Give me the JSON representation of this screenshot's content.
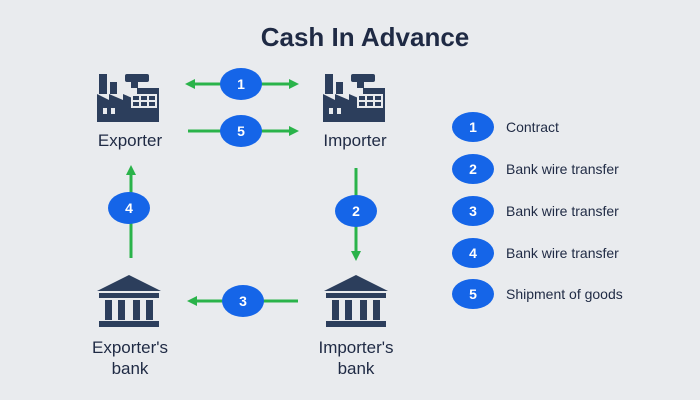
{
  "title": "Cash In Advance",
  "nodes": {
    "exporter": "Exporter",
    "importer": "Importer",
    "exporter_bank": [
      "Exporter's",
      "bank"
    ],
    "importer_bank": [
      "Importer's",
      "bank"
    ]
  },
  "steps": [
    "1",
    "5",
    "2",
    "3",
    "4"
  ],
  "legend": [
    {
      "num": "1",
      "text": "Contract"
    },
    {
      "num": "2",
      "text": "Bank wire transfer"
    },
    {
      "num": "3",
      "text": "Bank wire transfer"
    },
    {
      "num": "4",
      "text": "Bank wire transfer"
    },
    {
      "num": "5",
      "text": "Shipment of goods"
    }
  ],
  "colors": {
    "arrow": "#2ab34a",
    "badge": "#1565e8",
    "icon": "#2c3e5c",
    "background": "#e9ebee"
  },
  "icons": {
    "exporter": "factory-icon",
    "importer": "factory-icon",
    "exporter_bank": "bank-icon",
    "importer_bank": "bank-icon"
  }
}
